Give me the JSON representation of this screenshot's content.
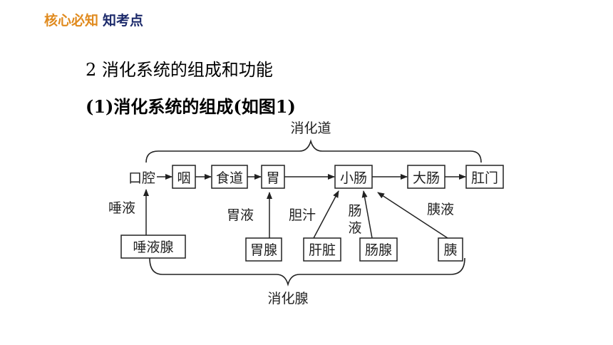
{
  "header": {
    "part1": "核心必知",
    "part2": "知考点"
  },
  "section_title": "2  消化系统的组成和功能",
  "subsection_title": "(1)消化系统的组成(如图1)",
  "diagram": {
    "tract_label": "消化道",
    "glands_label": "消化腺",
    "tract": {
      "mouth": "口腔",
      "pharynx": "咽",
      "esophagus": "食道",
      "stomach": "胃",
      "small_intestine": "小肠",
      "large_intestine": "大肠",
      "anus": "肛门"
    },
    "glands": {
      "salivary": "唾液腺",
      "gastric": "胃腺",
      "liver": "肝脏",
      "intestinal": "肠腺",
      "pancreas": "胰"
    },
    "secretions": {
      "saliva": "唾液",
      "gastric_juice": "胃液",
      "bile": "胆汁",
      "intestinal_juice_1": "肠",
      "intestinal_juice_2": "液",
      "pancreatic_juice": "胰液"
    }
  }
}
